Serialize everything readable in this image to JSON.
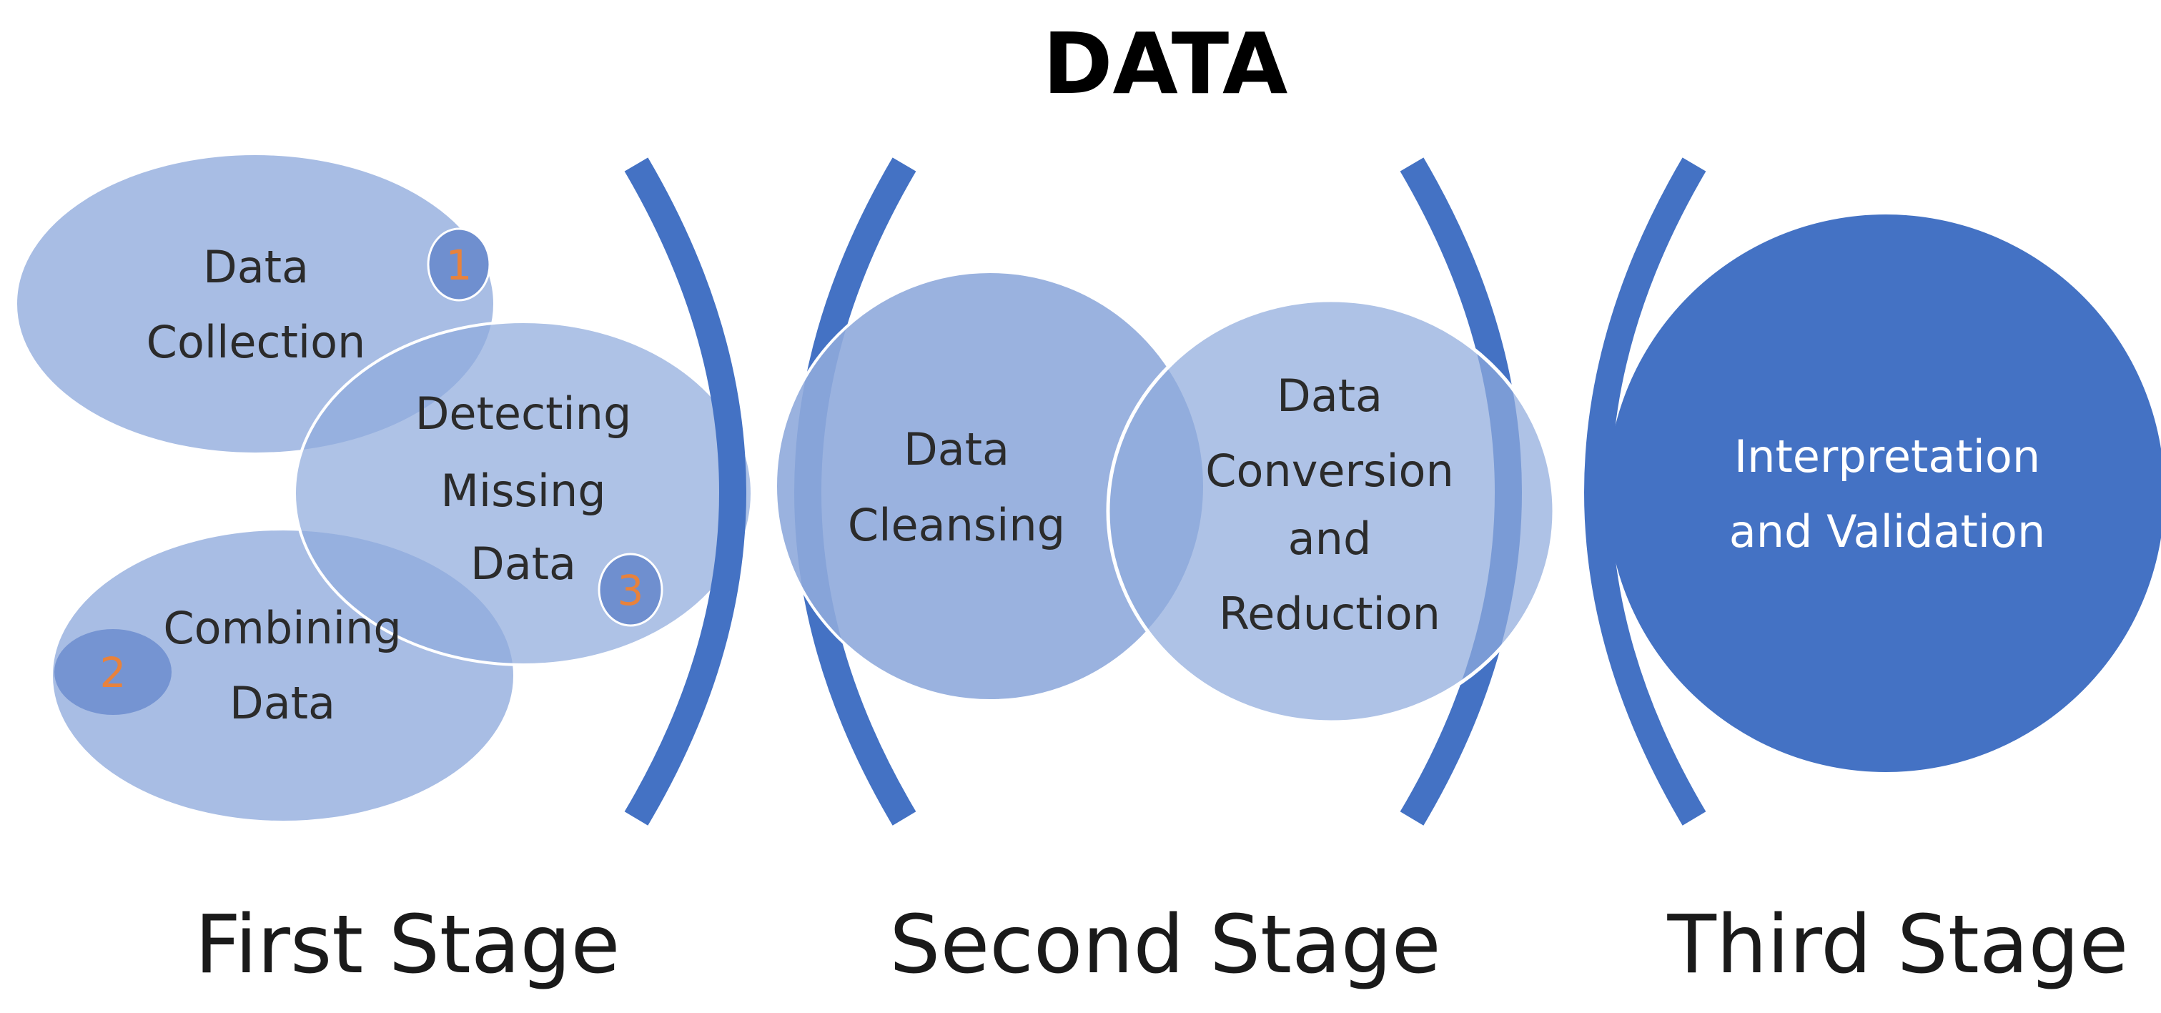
{
  "title": "DATA",
  "colors": {
    "light_fill": "#8faadc",
    "mid_fill": "#6f8fcf",
    "dark_fill": "#4472c4",
    "bracket": "#4472c4",
    "number": "#e8823c"
  },
  "nodes": {
    "data_collection": {
      "line1": "Data",
      "line2": "Collection",
      "number": "1"
    },
    "detecting_missing": {
      "line1": "Detecting",
      "line2": "Missing",
      "line3": "Data",
      "number": "3"
    },
    "combining_data": {
      "line1": "Combining",
      "line2": "Data",
      "number": "2"
    },
    "data_cleansing": {
      "line1": "Data",
      "line2": "Cleansing"
    },
    "data_conversion": {
      "line1": "Data",
      "line2": "Conversion",
      "line3": "and",
      "line4": "Reduction"
    },
    "interpretation": {
      "line1": "Interpretation",
      "line2": "and Validation"
    }
  },
  "stages": {
    "first": "First Stage",
    "second": "Second Stage",
    "third": "Third Stage"
  }
}
